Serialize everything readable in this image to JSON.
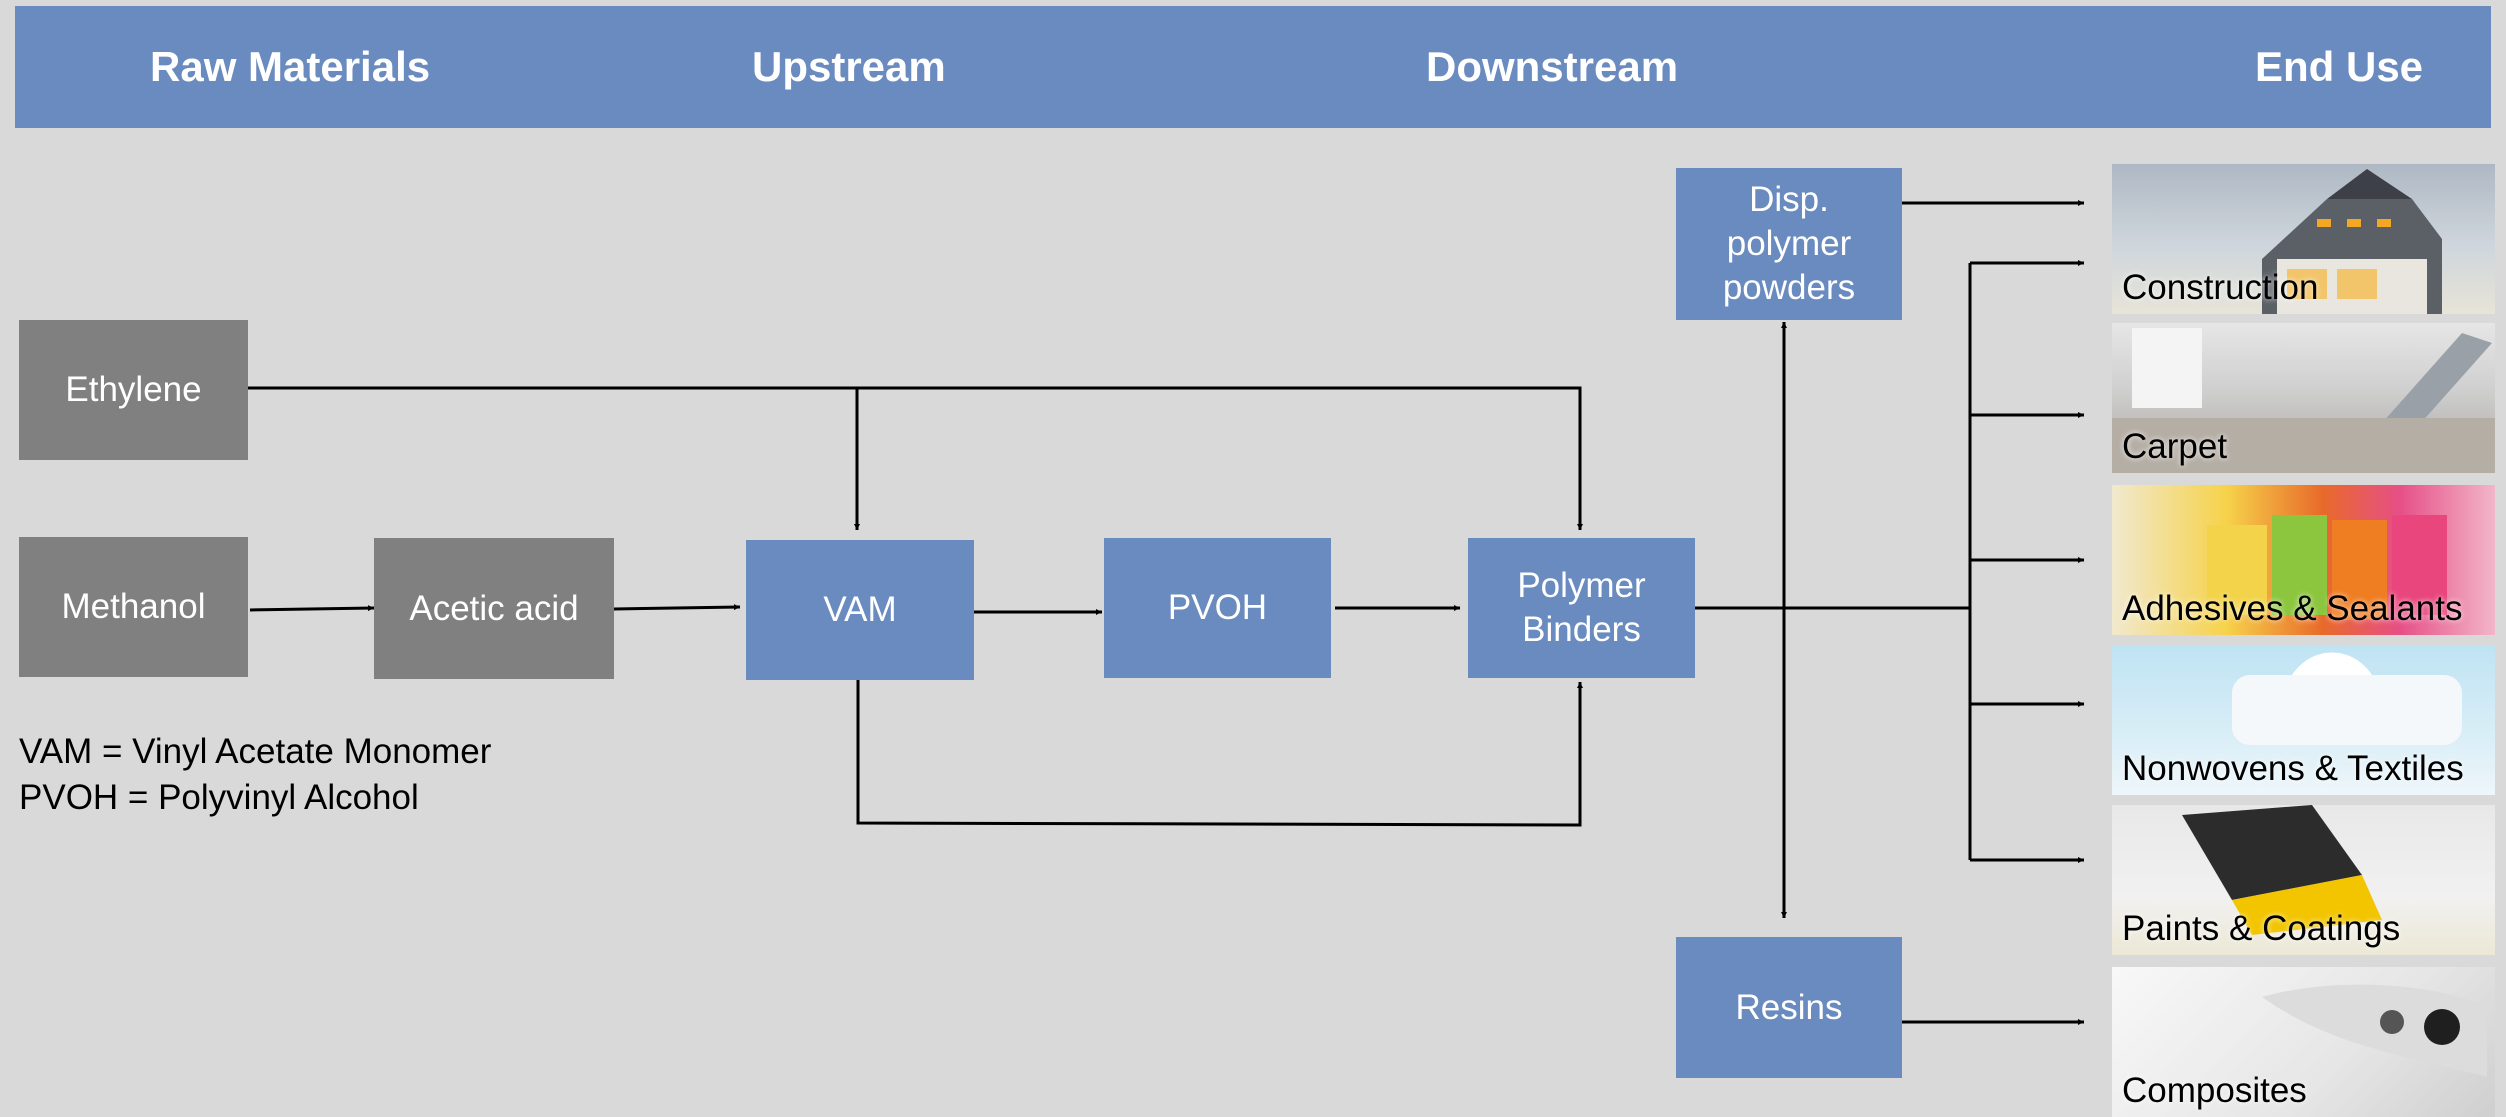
{
  "header": {
    "raw_materials": "Raw Materials",
    "upstream": "Upstream",
    "downstream": "Downstream",
    "end_use": "End Use"
  },
  "nodes": {
    "ethylene": "Ethylene",
    "methanol": "Methanol",
    "acetic_acid": "Acetic acid",
    "vam": "VAM",
    "pvoh": "PVOH",
    "polymer_binders": "Polymer Binders",
    "disp_polymer_powders": "Disp. polymer powders",
    "resins": "Resins"
  },
  "legend": {
    "vam": "VAM = Vinyl Acetate Monomer",
    "pvoh": "PVOH = Polyvinyl Alcohol"
  },
  "end_uses": [
    {
      "label": "Construction"
    },
    {
      "label": "Carpet"
    },
    {
      "label": "Adhesives & Sealants"
    },
    {
      "label": "Nonwovens & Textiles"
    },
    {
      "label": "Paints & Coatings"
    },
    {
      "label": "Composites"
    }
  ],
  "colors": {
    "blue": "#6a8bbf",
    "gray": "#808080",
    "background": "#d9d9d9"
  }
}
